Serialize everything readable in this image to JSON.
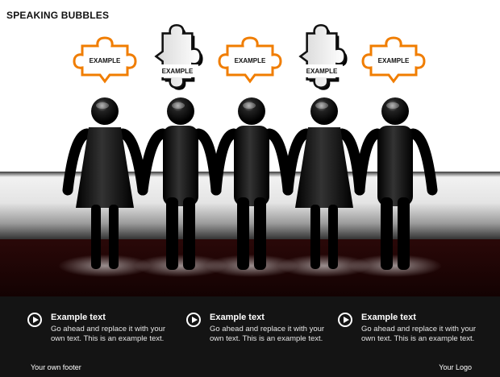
{
  "title": "SPEAKING BUBBLES",
  "puzzles": [
    {
      "label": "EXAMPLE",
      "color": "#f07d00",
      "style": "orange"
    },
    {
      "label": "EXAMPLE",
      "color": "#111111",
      "style": "dark"
    },
    {
      "label": "EXAMPLE",
      "color": "#f07d00",
      "style": "orange"
    },
    {
      "label": "EXAMPLE",
      "color": "#111111",
      "style": "dark"
    },
    {
      "label": "EXAMPLE",
      "color": "#f07d00",
      "style": "orange"
    }
  ],
  "figures": [
    "woman",
    "man",
    "man",
    "woman",
    "man"
  ],
  "items": [
    {
      "title": "Example text",
      "body": "Go ahead and replace it with your own text. This is an example text."
    },
    {
      "title": "Example text",
      "body": "Go ahead and replace it with your own text. This is an example text."
    },
    {
      "title": "Example text",
      "body": "Go ahead and replace it with your own text. This is an example text."
    }
  ],
  "footer": {
    "left": "Your own footer",
    "right": "Your Logo"
  },
  "colors": {
    "accent": "#f07d00",
    "dark_band": "#141414"
  }
}
